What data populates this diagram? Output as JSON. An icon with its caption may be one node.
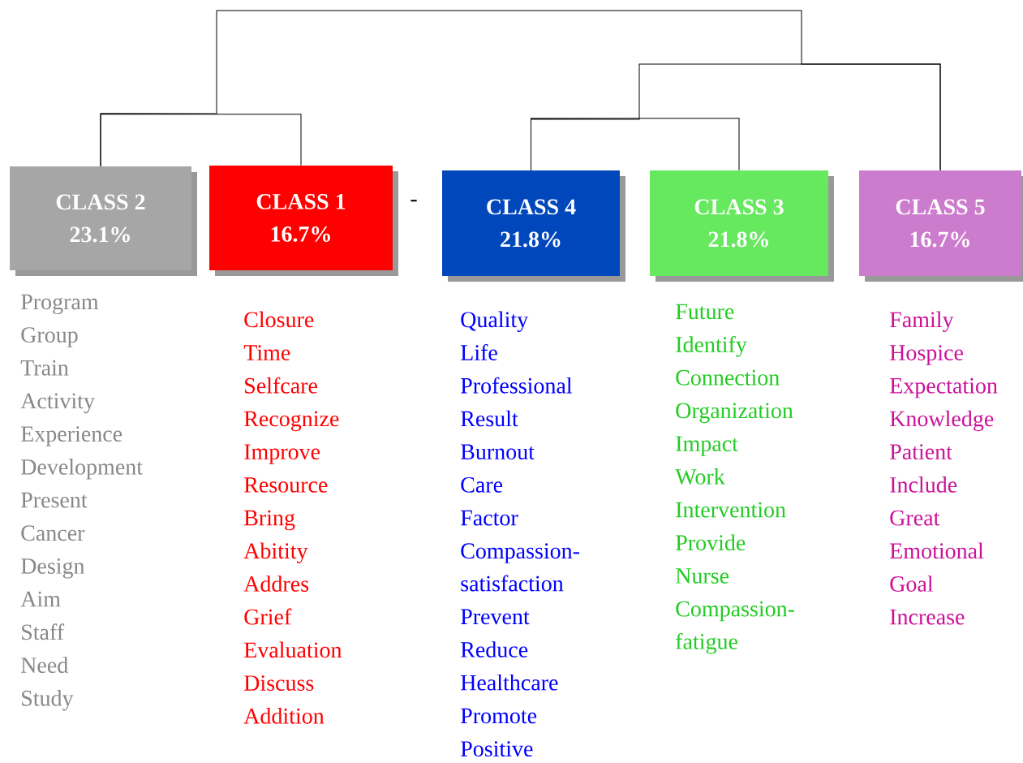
{
  "diagram": {
    "nodes": [
      {
        "text": [
          "CLASS 2",
          "23.1%"
        ],
        "beside": [
          "Program",
          "Group",
          "Train",
          "Activity",
          "Experience",
          "Development",
          "Present",
          "Cancer",
          "Design",
          "Aim",
          "Staff",
          "Need",
          "Study"
        ]
      },
      {
        "text": [
          "CLASS 1",
          "16.7%"
        ],
        "beside": [
          "Closure",
          "Time",
          "Selfcare",
          "Recognize",
          "Improve",
          "Resource",
          "Bring",
          "Abitity",
          "Addres",
          "Grief",
          "Evaluation",
          "Discuss",
          "Addition"
        ]
      },
      {
        "text": [
          "CLASS 4",
          "21.8%"
        ],
        "beside": [
          "Quality",
          "Life",
          "Professional",
          "Result",
          "Burnout",
          "Care",
          "Factor",
          "Compassion-satisfaction",
          "Prevent",
          "Reduce",
          "Healthcare",
          "Promote",
          "Positive"
        ]
      },
      {
        "text": [
          "CLASS 3",
          "21.8%"
        ],
        "beside": [
          "Future",
          "Identify",
          "Connection",
          "Organization",
          "Impact",
          "Work",
          "Intervention",
          "Provide",
          "Nurse",
          "Compassion-fatigue"
        ]
      },
      {
        "text": [
          "CLASS 5",
          "16.7%"
        ],
        "beside": [
          "Family",
          "Hospice",
          "Expectation",
          "Knowledge",
          "Patient",
          "Include",
          "Great",
          "Emotional",
          "Goal",
          "Increase"
        ]
      }
    ],
    "edges": [
      {
        "from": 0,
        "to": 1,
        "arrow": "none"
      },
      {
        "from": 2,
        "to": 3,
        "arrow": "none"
      },
      {
        "from": 2,
        "to": 4,
        "arrow": "none"
      },
      {
        "from": 0,
        "to": 4,
        "arrow": "none"
      }
    ],
    "labels": [
      "-"
    ]
  }
}
